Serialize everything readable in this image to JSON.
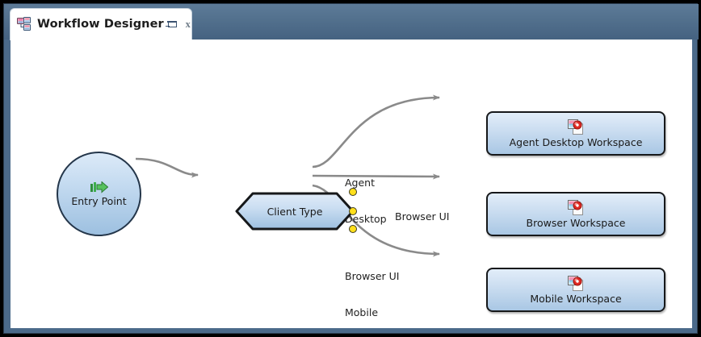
{
  "window": {
    "chrome_color": "#4b6a8a",
    "canvas_color": "#ffffff"
  },
  "tab": {
    "title": "Workflow Designer",
    "icon": "workflow-diagram-icon",
    "restore_label": "",
    "close_label": "x"
  },
  "diagram": {
    "nodes": [
      {
        "id": "entry-point",
        "type": "start-circle",
        "label": "Entry Point",
        "icon": "green-start-arrow-icon"
      },
      {
        "id": "client-type",
        "type": "decision-hexagon",
        "label": "Client Type",
        "ports": [
          "port-agent-desktop",
          "port-browser-ui",
          "port-browser-ui-mobile"
        ],
        "port_color": "#ffdf1b"
      },
      {
        "id": "agent-desktop-workspace",
        "type": "workspace-box",
        "label": "Agent Desktop Workspace",
        "icon": "page-with-red-badge-icon"
      },
      {
        "id": "browser-workspace",
        "type": "workspace-box",
        "label": "Browser Workspace",
        "icon": "page-with-red-badge-icon"
      },
      {
        "id": "mobile-workspace",
        "type": "workspace-box",
        "label": "Mobile Workspace",
        "icon": "page-with-red-badge-icon"
      }
    ],
    "edges": [
      {
        "id": "edge-entry-to-client",
        "from": "entry-point",
        "to": "client-type",
        "label": ""
      },
      {
        "id": "edge-agent-desktop",
        "from": "client-type",
        "to": "agent-desktop-workspace",
        "label": "Agent\nDesktop"
      },
      {
        "id": "edge-browser-ui",
        "from": "client-type",
        "to": "browser-workspace",
        "label": "Browser UI"
      },
      {
        "id": "edge-browser-ui-mobile",
        "from": "client-type",
        "to": "mobile-workspace",
        "label": "Browser UI\nMobile"
      }
    ],
    "edge_labels": {
      "agent_desktop_line1": "Agent",
      "agent_desktop_line2": "Desktop",
      "browser_ui": "Browser UI",
      "mobile_line1": "Browser UI",
      "mobile_line2": "Mobile"
    },
    "connector_color": "#8a8a8a"
  }
}
